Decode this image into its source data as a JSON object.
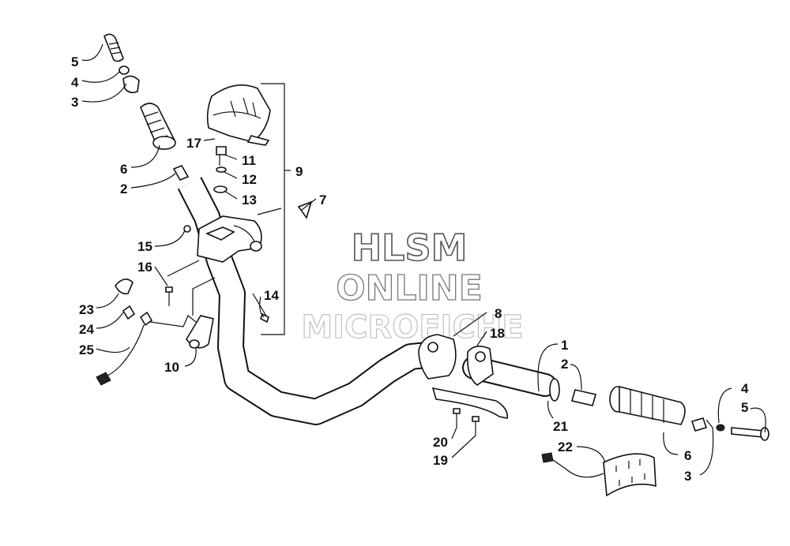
{
  "watermark": {
    "line1": "HLSM",
    "line2": "ONLINE",
    "line3": "MICROFICHE"
  },
  "callouts": [
    {
      "id": "c5a",
      "text": "5"
    },
    {
      "id": "c4a",
      "text": "4"
    },
    {
      "id": "c3a",
      "text": "3"
    },
    {
      "id": "c6a",
      "text": "6"
    },
    {
      "id": "c2a",
      "text": "2"
    },
    {
      "id": "c17",
      "text": "17"
    },
    {
      "id": "c11",
      "text": "11"
    },
    {
      "id": "c12",
      "text": "12"
    },
    {
      "id": "c13",
      "text": "13"
    },
    {
      "id": "c9",
      "text": "9"
    },
    {
      "id": "c7",
      "text": "7"
    },
    {
      "id": "c15",
      "text": "15"
    },
    {
      "id": "c16",
      "text": "16"
    },
    {
      "id": "c14",
      "text": "14"
    },
    {
      "id": "c23",
      "text": "23"
    },
    {
      "id": "c24",
      "text": "24"
    },
    {
      "id": "c25",
      "text": "25"
    },
    {
      "id": "c10",
      "text": "10"
    },
    {
      "id": "c8",
      "text": "8"
    },
    {
      "id": "c18",
      "text": "18"
    },
    {
      "id": "c1",
      "text": "1"
    },
    {
      "id": "c2b",
      "text": "2"
    },
    {
      "id": "c4b",
      "text": "4"
    },
    {
      "id": "c5b",
      "text": "5"
    },
    {
      "id": "c21",
      "text": "21"
    },
    {
      "id": "c20",
      "text": "20"
    },
    {
      "id": "c19",
      "text": "19"
    },
    {
      "id": "c22",
      "text": "22"
    },
    {
      "id": "c6b",
      "text": "6"
    },
    {
      "id": "c3b",
      "text": "3"
    }
  ]
}
